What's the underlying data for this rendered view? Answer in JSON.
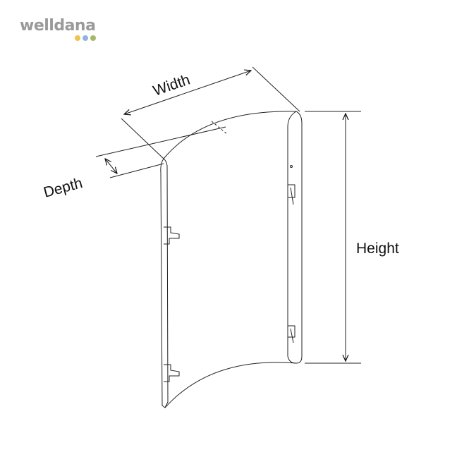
{
  "logo": {
    "text": "welldana",
    "dot_colors": [
      "#f2c14e",
      "#8fb3e0",
      "#a5b86a"
    ]
  },
  "labels": {
    "width": "Width",
    "depth": "Depth",
    "height": "Height"
  }
}
